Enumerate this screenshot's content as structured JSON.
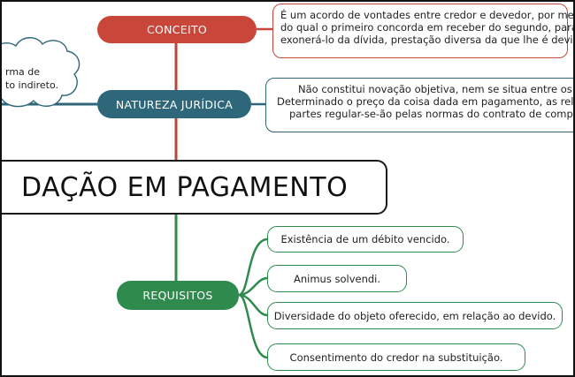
{
  "title": "DAÇÃO EM PAGAMENTO",
  "conceito": {
    "label": "CONCEITO",
    "lines": [
      "É um acordo de vontades entre credor e devedor, por meio",
      "do qual o primeiro concorda em receber do segundo, para",
      "exonerá-lo da dívida, prestação diversa da que lhe é devida."
    ]
  },
  "natureza": {
    "label": "NATUREZA JURÍDICA",
    "lines": [
      "Não constitui novação objetiva, nem se situa entre os con",
      "Determinado o preço da coisa dada em pagamento, as relaçõ",
      "partes regular-se-ão pelas normas do contrato de compra"
    ]
  },
  "cloud": {
    "lines": [
      "rma de",
      "to indireto."
    ]
  },
  "requisitos": {
    "label": "REQUISITOS",
    "items": [
      "Existência de um débito vencido.",
      "Animus solvendi.",
      "Diversidade do objeto oferecido, em relação ao devido.",
      "Consentimento do credor na substituição."
    ]
  },
  "colors": {
    "conceito": "#c9463a",
    "natureza": "#2d6779",
    "requisitos": "#2f8a4e",
    "trunk_red": "#b8453c"
  }
}
